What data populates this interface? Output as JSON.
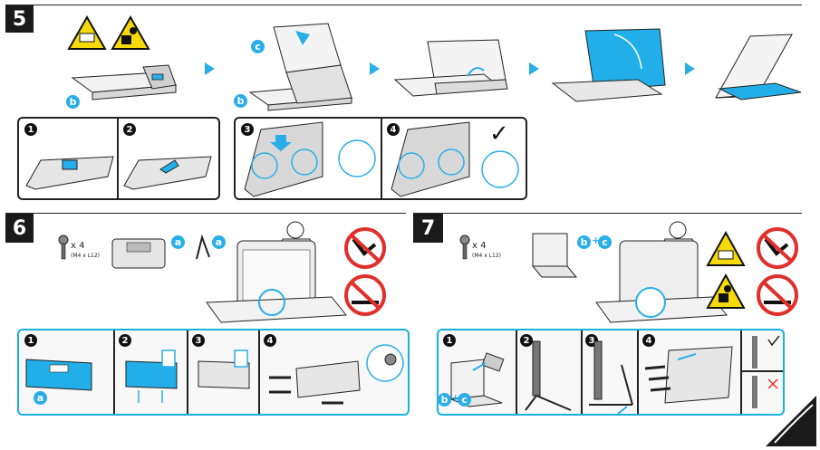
{
  "steps": {
    "s5": {
      "number": "5",
      "top_labels": {
        "b1": "b",
        "c": "c",
        "b2": "b"
      },
      "sub_numbers": [
        "1",
        "2",
        "3",
        "4"
      ],
      "check": "✓"
    },
    "s6": {
      "number": "6",
      "screw_qty": "x 4",
      "screw_spec": "(M4 x L12)",
      "label_a1": "a",
      "label_a2": "a",
      "sub_numbers": [
        "1",
        "2",
        "3",
        "4"
      ],
      "bottom_label": "a"
    },
    "s7": {
      "number": "7",
      "screw_qty": "x 4",
      "screw_spec": "(M4 x L12)",
      "label_b": "b",
      "label_c": "c",
      "plus": "+",
      "sub_numbers": [
        "1",
        "2",
        "3",
        "4"
      ],
      "bottom_b": "b",
      "bottom_plus": "+",
      "bottom_c": "c"
    }
  },
  "colors": {
    "accent": "#2aaee8",
    "warning": "#f5d90a",
    "prohibit": "#e0302b",
    "dark": "#1a1a1a"
  }
}
